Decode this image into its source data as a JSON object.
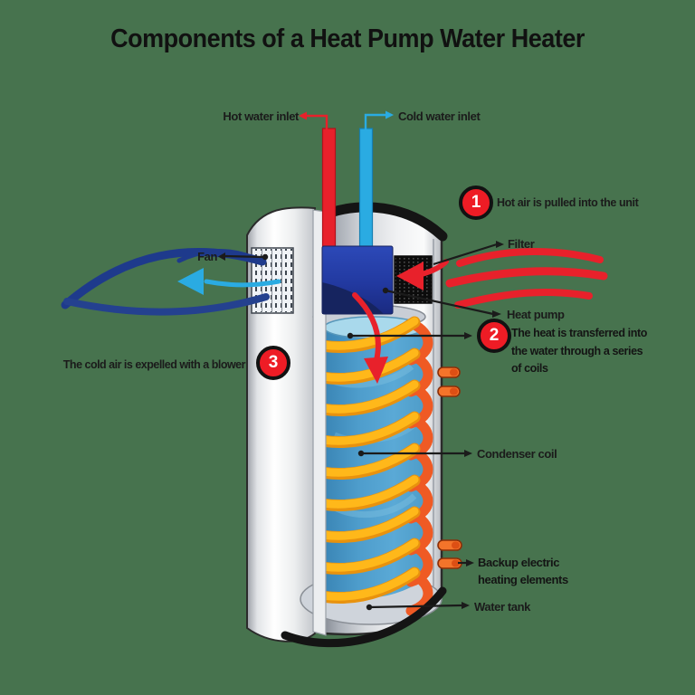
{
  "background_color": "#47734E",
  "title": "Components of a Heat Pump Water Heater",
  "pipes": {
    "hot_label": "Hot water inlet",
    "cold_label": "Cold water inlet"
  },
  "component_labels": {
    "fan": "Fan",
    "filter": "Filter",
    "heat_pump": "Heat pump",
    "condenser_coil": "Condenser coil",
    "backup_line1": "Backup electric",
    "backup_line2": "heating elements",
    "water_tank": "Water tank"
  },
  "callouts": [
    {
      "number": "1",
      "text": "Hot air is pulled into the unit"
    },
    {
      "number": "2",
      "line1": "The heat is transferred into",
      "line2": "the water through a series",
      "line3": "of coils"
    },
    {
      "number": "3",
      "text": "The cold air is expelled with a blower"
    }
  ],
  "colors": {
    "hot_red": "#E8212B",
    "cold_blue": "#2AABE2",
    "cold_air_navy": "#1E3A8C",
    "coil_yellow": "#FFB81A",
    "coil_orange": "#EF5A24",
    "heat_pump_blue": "#2239A0",
    "callout_red": "#EE1C25",
    "text_dark": "#1B1B1B"
  }
}
